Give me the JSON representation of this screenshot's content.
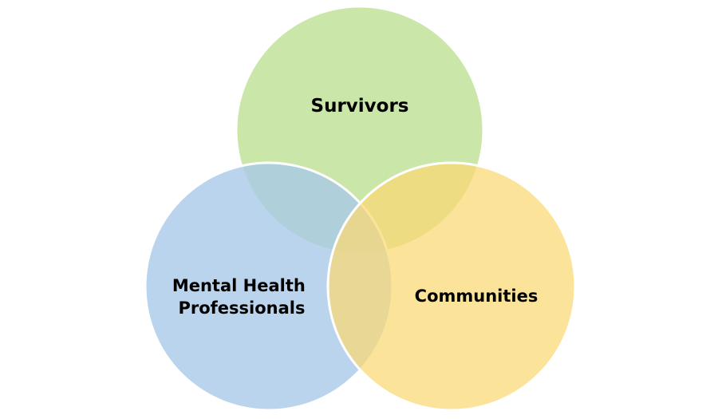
{
  "diagram": {
    "type": "venn",
    "sets": [
      {
        "id": "survivors",
        "lines": [
          "Survivors"
        ],
        "color": "#c6e4a2"
      },
      {
        "id": "mental-health",
        "lines": [
          "Mental Health",
          "Professionals"
        ],
        "color": "#a8c8e8"
      },
      {
        "id": "communities",
        "lines": [
          "Communities"
        ],
        "color": "#fbd873"
      }
    ]
  }
}
